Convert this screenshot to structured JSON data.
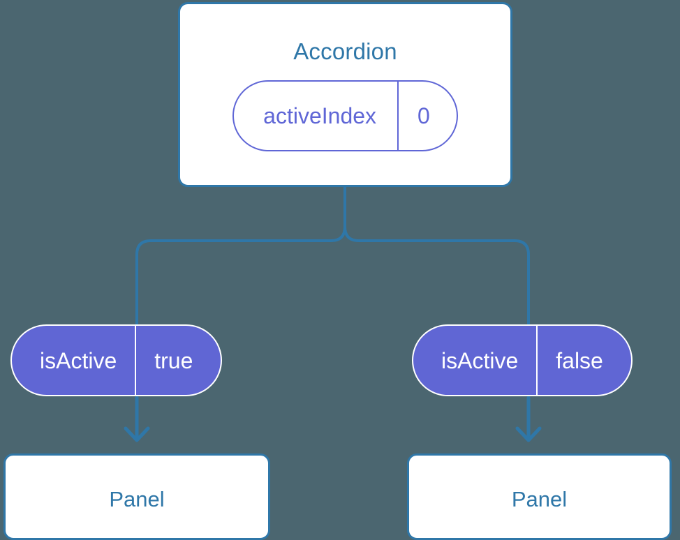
{
  "diagram": {
    "type": "component-state-tree",
    "background_color": "#4b6670",
    "accent_blue": "#2f77a8",
    "accent_purple": "#6066d4",
    "root": {
      "title": "Accordion",
      "state": {
        "key": "activeIndex",
        "value": "0",
        "style": "outlined"
      }
    },
    "branches": [
      {
        "state": {
          "key": "isActive",
          "value": "true",
          "style": "filled"
        },
        "child": {
          "title": "Panel"
        }
      },
      {
        "state": {
          "key": "isActive",
          "value": "false",
          "style": "filled"
        },
        "child": {
          "title": "Panel"
        }
      }
    ]
  }
}
